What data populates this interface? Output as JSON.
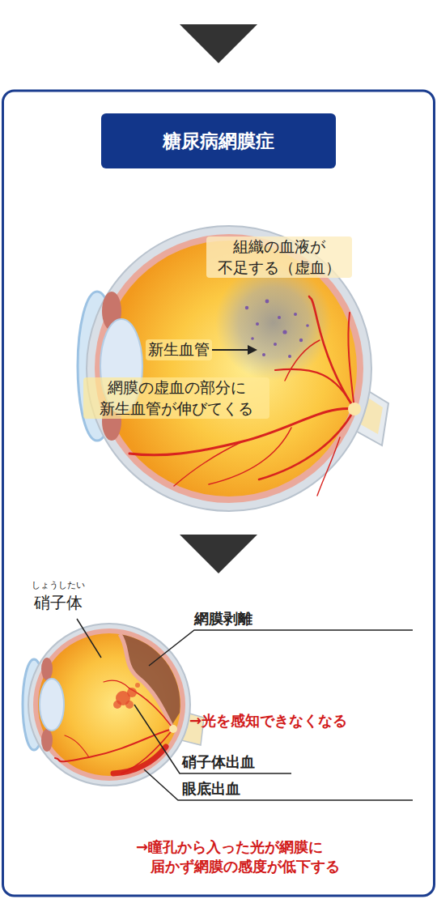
{
  "diagram": {
    "nodes": [
      {
        "text": [
          "糖尿病網膜症"
        ]
      }
    ],
    "labels": [
      "組織の血液が 不足する（虚血）",
      "新生血管",
      "網膜の虚血の部分に 新生血管が伸びてくる",
      "しょうしたい",
      "硝子体",
      "網膜剥離",
      "→光を感知できなくなる",
      "硝子体出血",
      "眼底出血",
      "→瞳孔から入った光が網膜に 届かず網膜の感度が低下する"
    ]
  }
}
